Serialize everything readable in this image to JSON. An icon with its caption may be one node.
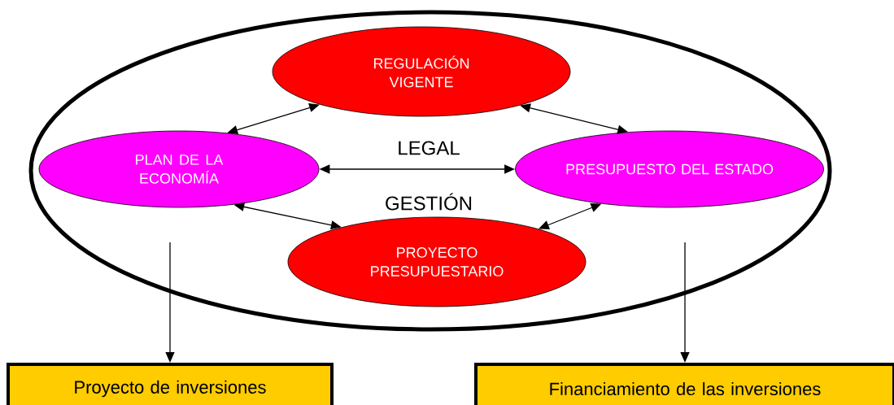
{
  "diagram": {
    "nodes": [
      {
        "text": [],
        "shape": "ellipse"
      },
      {
        "text": [
          "REGULACIÓN VIGENTE"
        ],
        "in": 0
      },
      {
        "text": [
          "PLAN DE LA ECONOMÍA"
        ],
        "in": 0
      },
      {
        "text": [
          "PRESUPUESTO DEL ESTADO"
        ],
        "in": 0
      },
      {
        "text": [
          "PROYECTO PRESUPUESTARIO"
        ],
        "in": 0
      },
      {
        "text": [
          "Proyecto de inversiones"
        ]
      },
      {
        "text": [
          "Financiamiento de las inversiones"
        ]
      }
    ],
    "edges": [
      {
        "from": 2,
        "to": 1,
        "arrow": "both"
      },
      {
        "from": 1,
        "to": 3,
        "arrow": "both"
      },
      {
        "from": 2,
        "to": 3,
        "arrow": "both"
      },
      {
        "from": 2,
        "to": 4,
        "arrow": "both"
      },
      {
        "from": 4,
        "to": 3,
        "arrow": "both"
      },
      {
        "from": null,
        "to": 5,
        "arrow": "to"
      },
      {
        "from": null,
        "to": 6,
        "arrow": "to"
      }
    ],
    "labels": [
      "LEGAL",
      "GESTIÓN"
    ]
  }
}
